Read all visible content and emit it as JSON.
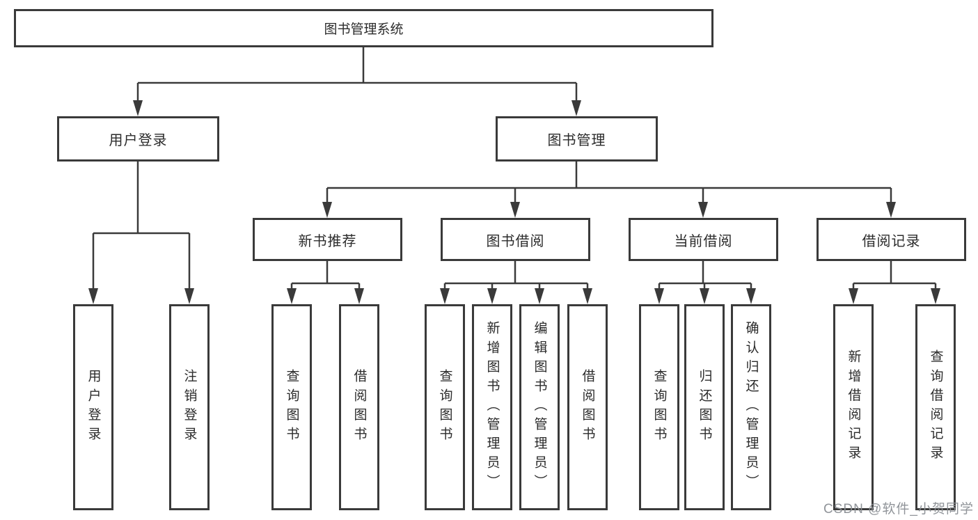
{
  "tree": {
    "root": "图书管理系统",
    "user_login": {
      "label": "用户登录",
      "children": [
        "用户登录",
        "注销登录"
      ]
    },
    "book_mgmt": {
      "label": "图书管理",
      "modules": [
        {
          "label": "新书推荐",
          "children": [
            "查询图书",
            "借阅图书"
          ]
        },
        {
          "label": "图书借阅",
          "children": [
            "查询图书",
            "新增图书（管理员）",
            "编辑图书（管理员）",
            "借阅图书"
          ]
        },
        {
          "label": "当前借阅",
          "children": [
            "查询图书",
            "归还图书",
            "确认归还（管理员）"
          ]
        },
        {
          "label": "借阅记录",
          "children": [
            "新增借阅记录",
            "查询借阅记录"
          ]
        }
      ]
    }
  },
  "watermark": "CSDN @软件_小贺同学",
  "colors": {
    "line": "#3a3a3a",
    "text": "#2b2b2b",
    "watermark": "#8a8e94",
    "background": "#ffffff"
  }
}
